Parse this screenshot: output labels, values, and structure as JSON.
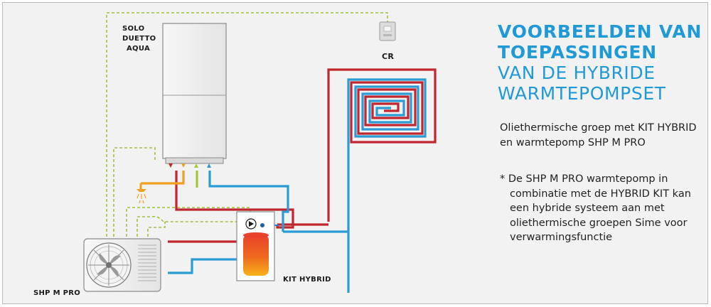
{
  "labels": {
    "solo": "SOLO",
    "duetto": "DUETTO",
    "aqua": "AQUA",
    "cr": "CR",
    "kit_hybrid": "KIT HYBRID",
    "shp_m_pro": "SHP M PRO"
  },
  "heading": {
    "line1": "VOORBEELDEN VAN",
    "line2": "TOEPASSINGEN",
    "line3": "VAN DE HYBRIDE",
    "line4": "WARMTEPOMPSET"
  },
  "description": "Oliethermische groep met KIT HYBRID en warmtepomp SHP M PRO",
  "note": "* De SHP M PRO warmtepomp in combinatie met de HYBRID KIT kan een hybride systeem aan met oliethermische groepen Sime voor verwarmingsfunctie",
  "colors": {
    "accent_blue": "#1f9ad6",
    "pipe_red": "#c0262e",
    "pipe_blue": "#2a9bd5",
    "pipe_orange": "#f0a020",
    "pipe_green": "#a5c83c",
    "control_dashed": "#9ec23a"
  },
  "icons": [
    "shower-icon",
    "fan-icon",
    "pump-icon",
    "thermostat-icon"
  ]
}
